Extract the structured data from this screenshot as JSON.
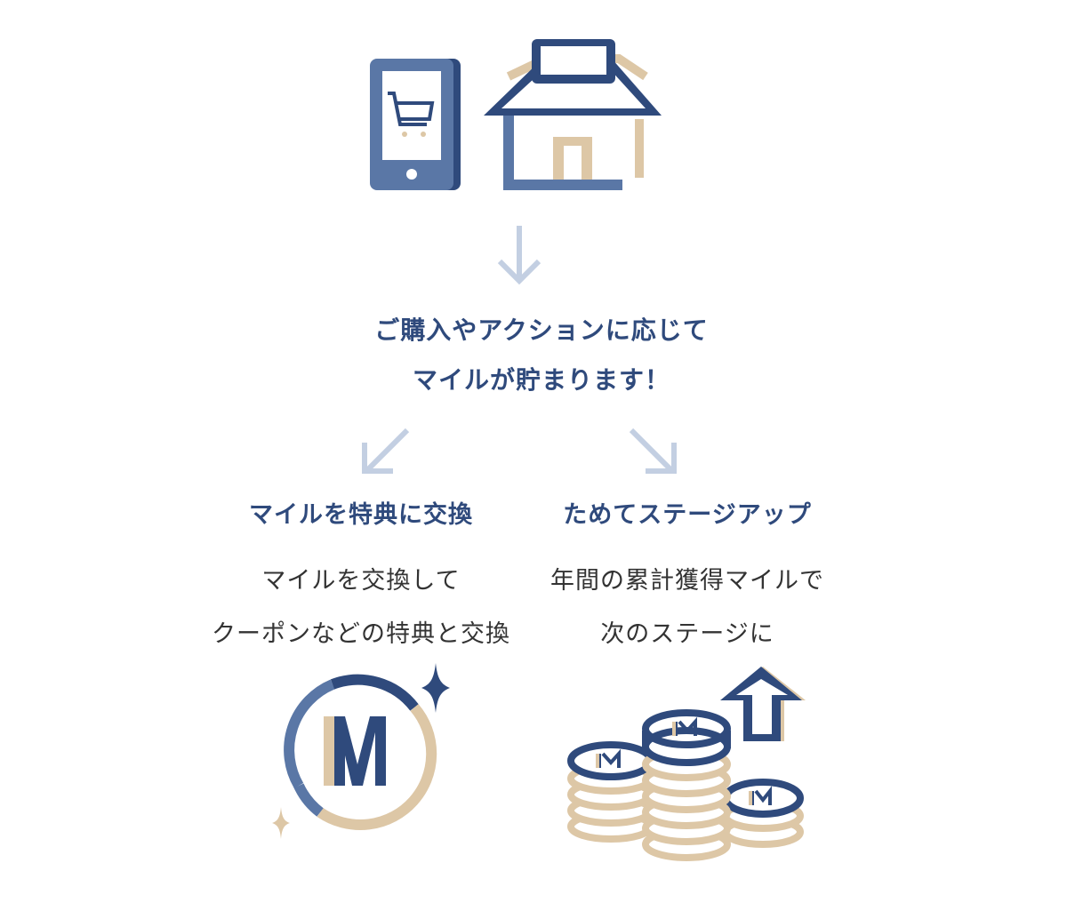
{
  "intro": {
    "line1": "ご購入やアクションに応じて",
    "line2": "マイルが貯まります！"
  },
  "left": {
    "title": "マイルを特典に交換",
    "desc_line1": "マイルを交換して",
    "desc_line2": "クーポンなどの特典と交換",
    "icon": "mile-coin-icon"
  },
  "right": {
    "title": "ためてステージアップ",
    "desc_line1": "年間の累計獲得マイルで",
    "desc_line2": "次のステージに",
    "icon": "coin-stack-up-icon"
  },
  "top_icons": [
    "smartphone-cart-icon",
    "store-icon"
  ],
  "colors": {
    "navy": "#2f4a7c",
    "blue": "#5a77a6",
    "beige": "#ddc7a6",
    "arrow": "#c3cfe2"
  }
}
